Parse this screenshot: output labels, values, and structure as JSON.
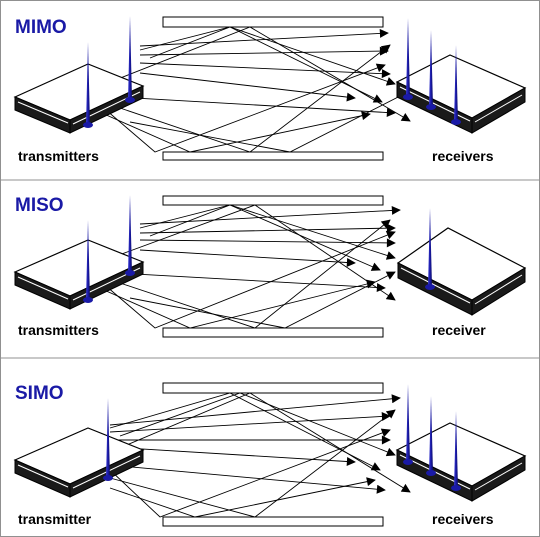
{
  "colors": {
    "title": "#1a1aa6",
    "antenna": "#1a1aa6",
    "text": "#000000"
  },
  "panels": [
    {
      "title": "MIMO",
      "left_label": "transmitters",
      "right_label": "receivers"
    },
    {
      "title": "MISO",
      "left_label": "transmitters",
      "right_label": "receiver"
    },
    {
      "title": "SIMO",
      "left_label": "transmitter",
      "right_label": "receivers"
    }
  ]
}
